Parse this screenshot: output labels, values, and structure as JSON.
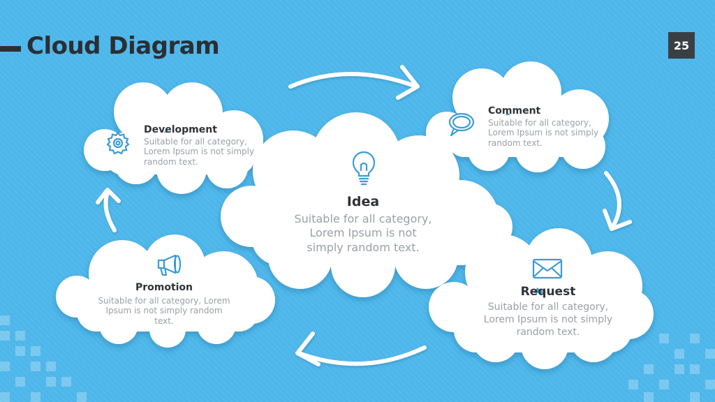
{
  "slide": {
    "title": "Cloud Diagram",
    "page_number": "25"
  },
  "colors": {
    "background": "#4db6ea",
    "title": "#2b2f33",
    "icon_accent": "#3a9bd8",
    "cloud": "#ffffff",
    "description": "#9aa0a6"
  },
  "clouds": {
    "idea": {
      "icon": "lightbulb-icon",
      "label": "Idea",
      "desc": "Suitable for all category, Lorem Ipsum is not simply random text."
    },
    "development": {
      "icon": "gear-icon",
      "label": "Development",
      "desc": "Suitable for all category, Lorem Ipsum is not simply random text."
    },
    "comment": {
      "icon": "speech-bubble-icon",
      "label": "Comment",
      "desc": "Suitable for all category, Lorem Ipsum is not simply random text."
    },
    "promotion": {
      "icon": "megaphone-icon",
      "label": "Promotion",
      "desc": "Suitable for all category, Lorem Ipsum is not simply random text."
    },
    "request": {
      "icon": "envelope-icon",
      "label": "Request",
      "desc": "Suitable for all category, Lorem Ipsum is not simply random text."
    }
  }
}
